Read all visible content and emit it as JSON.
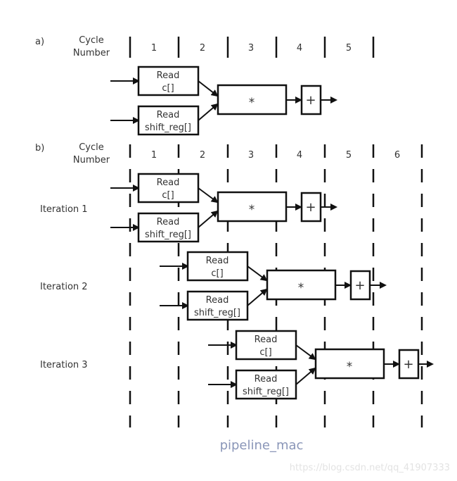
{
  "part_a": {
    "label": "a)",
    "header": [
      "Cycle",
      "Number"
    ],
    "cycles": [
      "1",
      "2",
      "3",
      "4",
      "5"
    ]
  },
  "part_b": {
    "label": "b)",
    "header": [
      "Cycle",
      "Number"
    ],
    "cycles": [
      "1",
      "2",
      "3",
      "4",
      "5",
      "6"
    ],
    "iterations": [
      "Iteration 1",
      "Iteration 2",
      "Iteration 3"
    ]
  },
  "stage_labels": {
    "read_c": [
      "Read",
      "c[]"
    ],
    "read_shift": [
      "Read",
      "shift_reg[]"
    ],
    "multiply": "*",
    "add": "+"
  },
  "caption": "pipeline_mac",
  "watermark": "https://blog.csdn.net/qq_41907333",
  "colors": {
    "ink": "#111111",
    "text": "#333333",
    "caption": "#8a96b8",
    "watermark": "#e3e3e3"
  }
}
